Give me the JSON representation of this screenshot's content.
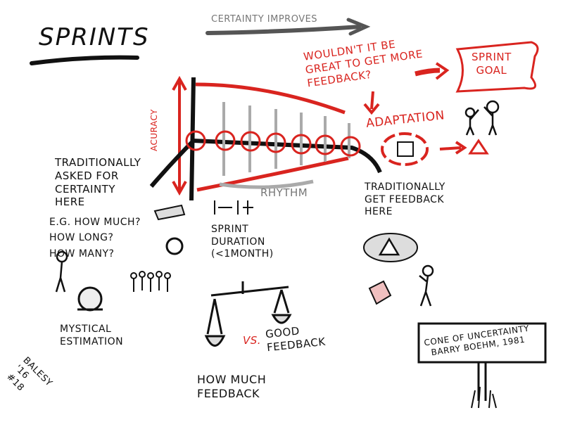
{
  "title": "SPRINTS",
  "certainty_arrow": "CERTAINTY IMPROVES",
  "question": "WOULDN'T IT BE\nGREAT TO GET MORE\nFEEDBACK?",
  "sprint_goal": "SPRINT\nGOAL",
  "adaptation": "ADAPTATION",
  "accuracy_label": "ACURACY",
  "traditionally_asked": "TRADITIONALLY\nASKED FOR\nCERTAINTY\nHERE",
  "examples": "E.G. HOW MUCH?\n HOW LONG?\nHOW MANY?",
  "rhythm": "RHYTHM",
  "traditionally_feedback": "TRADITIONALLY\nGET FEEDBACK\nHERE",
  "sprint_duration": "SPRINT\nDURATION\n(<1MONTH)",
  "mystical_estimation": "MYSTICAL\nESTIMATION",
  "vs": "VS.",
  "good_feedback": "GOOD\nFEEDBACK",
  "how_much_feedback": "HOW MUCH\nFEEDBACK",
  "sign": "CONE OF UNCERTAINTY\nBARRY BOEHM, 1981",
  "signature": "BALESY\n'16\n#18",
  "colors": {
    "ink": "#111111",
    "accent": "#d9241f",
    "shade": "#9a9a9a"
  }
}
